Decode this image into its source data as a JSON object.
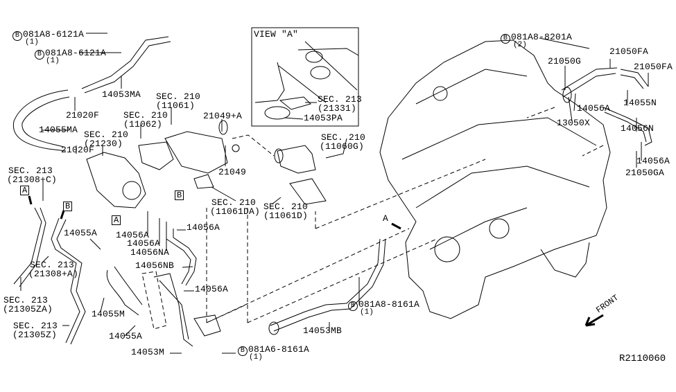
{
  "diagram_id": "R2110060",
  "front_label": "FRONT",
  "view_a": {
    "title": "VIEW \"A\"",
    "labels": {
      "sec213_21331_a": "SEC. 213",
      "sec213_21331_b": "(21331)",
      "p14053PA": "14053PA"
    }
  },
  "bolts": [
    {
      "part": "081A8-6121A",
      "qty": "(1)",
      "marker": "B"
    },
    {
      "part": "081A8-6121A",
      "qty": "(1)",
      "marker": "B"
    },
    {
      "part": "081A6-8161A",
      "qty": "(1)",
      "marker": "B"
    },
    {
      "part": "081A8-8161A",
      "qty": "(1)",
      "marker": "B"
    },
    {
      "part": "081A8-8201A",
      "qty": "(2)",
      "marker": "B"
    }
  ],
  "parts": {
    "p14053MA": "14053MA",
    "p21020F_1": "21020F",
    "p14055MA": "14055MA",
    "sec210_21230_a": "SEC. 210",
    "sec210_21230_b": "(21230)",
    "p21020F_2": "21020F",
    "sec213_21308C_a": "SEC. 213",
    "sec213_21308C_b": "(21308+C)",
    "sec210_11062_a": "SEC. 210",
    "sec210_11062_b": "(11062)",
    "sec210_11061_a": "SEC. 210",
    "sec210_11061_b": "(11061)",
    "p21049A": "21049+A",
    "p21049": "21049",
    "sec210_11061DA_a": "SEC. 210",
    "sec210_11061DA_b": "(11061DA)",
    "sec210_11061D_a": "SEC. 210",
    "sec210_11061D_b": "(11061D)",
    "sec210_11060G_a": "SEC. 210",
    "sec210_11060G_b": "(11060G)",
    "p14055A_1": "14055A",
    "p14056A_1": "14056A",
    "p14056A_2": "14056A",
    "p14056NA": "14056NA",
    "p14056A_3": "14056A",
    "p14056NB": "14056NB",
    "p14056A_4": "14056A",
    "sec213_21308A_a": "SEC. 213",
    "sec213_21308A_b": "(21308+A)",
    "sec213_21305ZA_a": "SEC. 213",
    "sec213_21305ZA_b": "(21305ZA)",
    "p14055M": "14055M",
    "sec213_21305Z_a": "SEC. 213",
    "sec213_21305Z_b": "(21305Z)",
    "p14055A_2": "14055A",
    "p14053M": "14053M",
    "p14053MB": "14053MB",
    "p21050G": "21050G",
    "p21050FA_1": "21050FA",
    "p21050FA_2": "21050FA",
    "p14056A_5": "14056A",
    "p14055N": "14055N",
    "p13050X": "13050X",
    "p14056N": "14056N",
    "p14056A_6": "14056A",
    "p21050GA": "21050GA"
  },
  "ref_markers": {
    "a1": "A",
    "b1": "B",
    "b2": "B",
    "a2": "A",
    "view_arrow": "A"
  }
}
